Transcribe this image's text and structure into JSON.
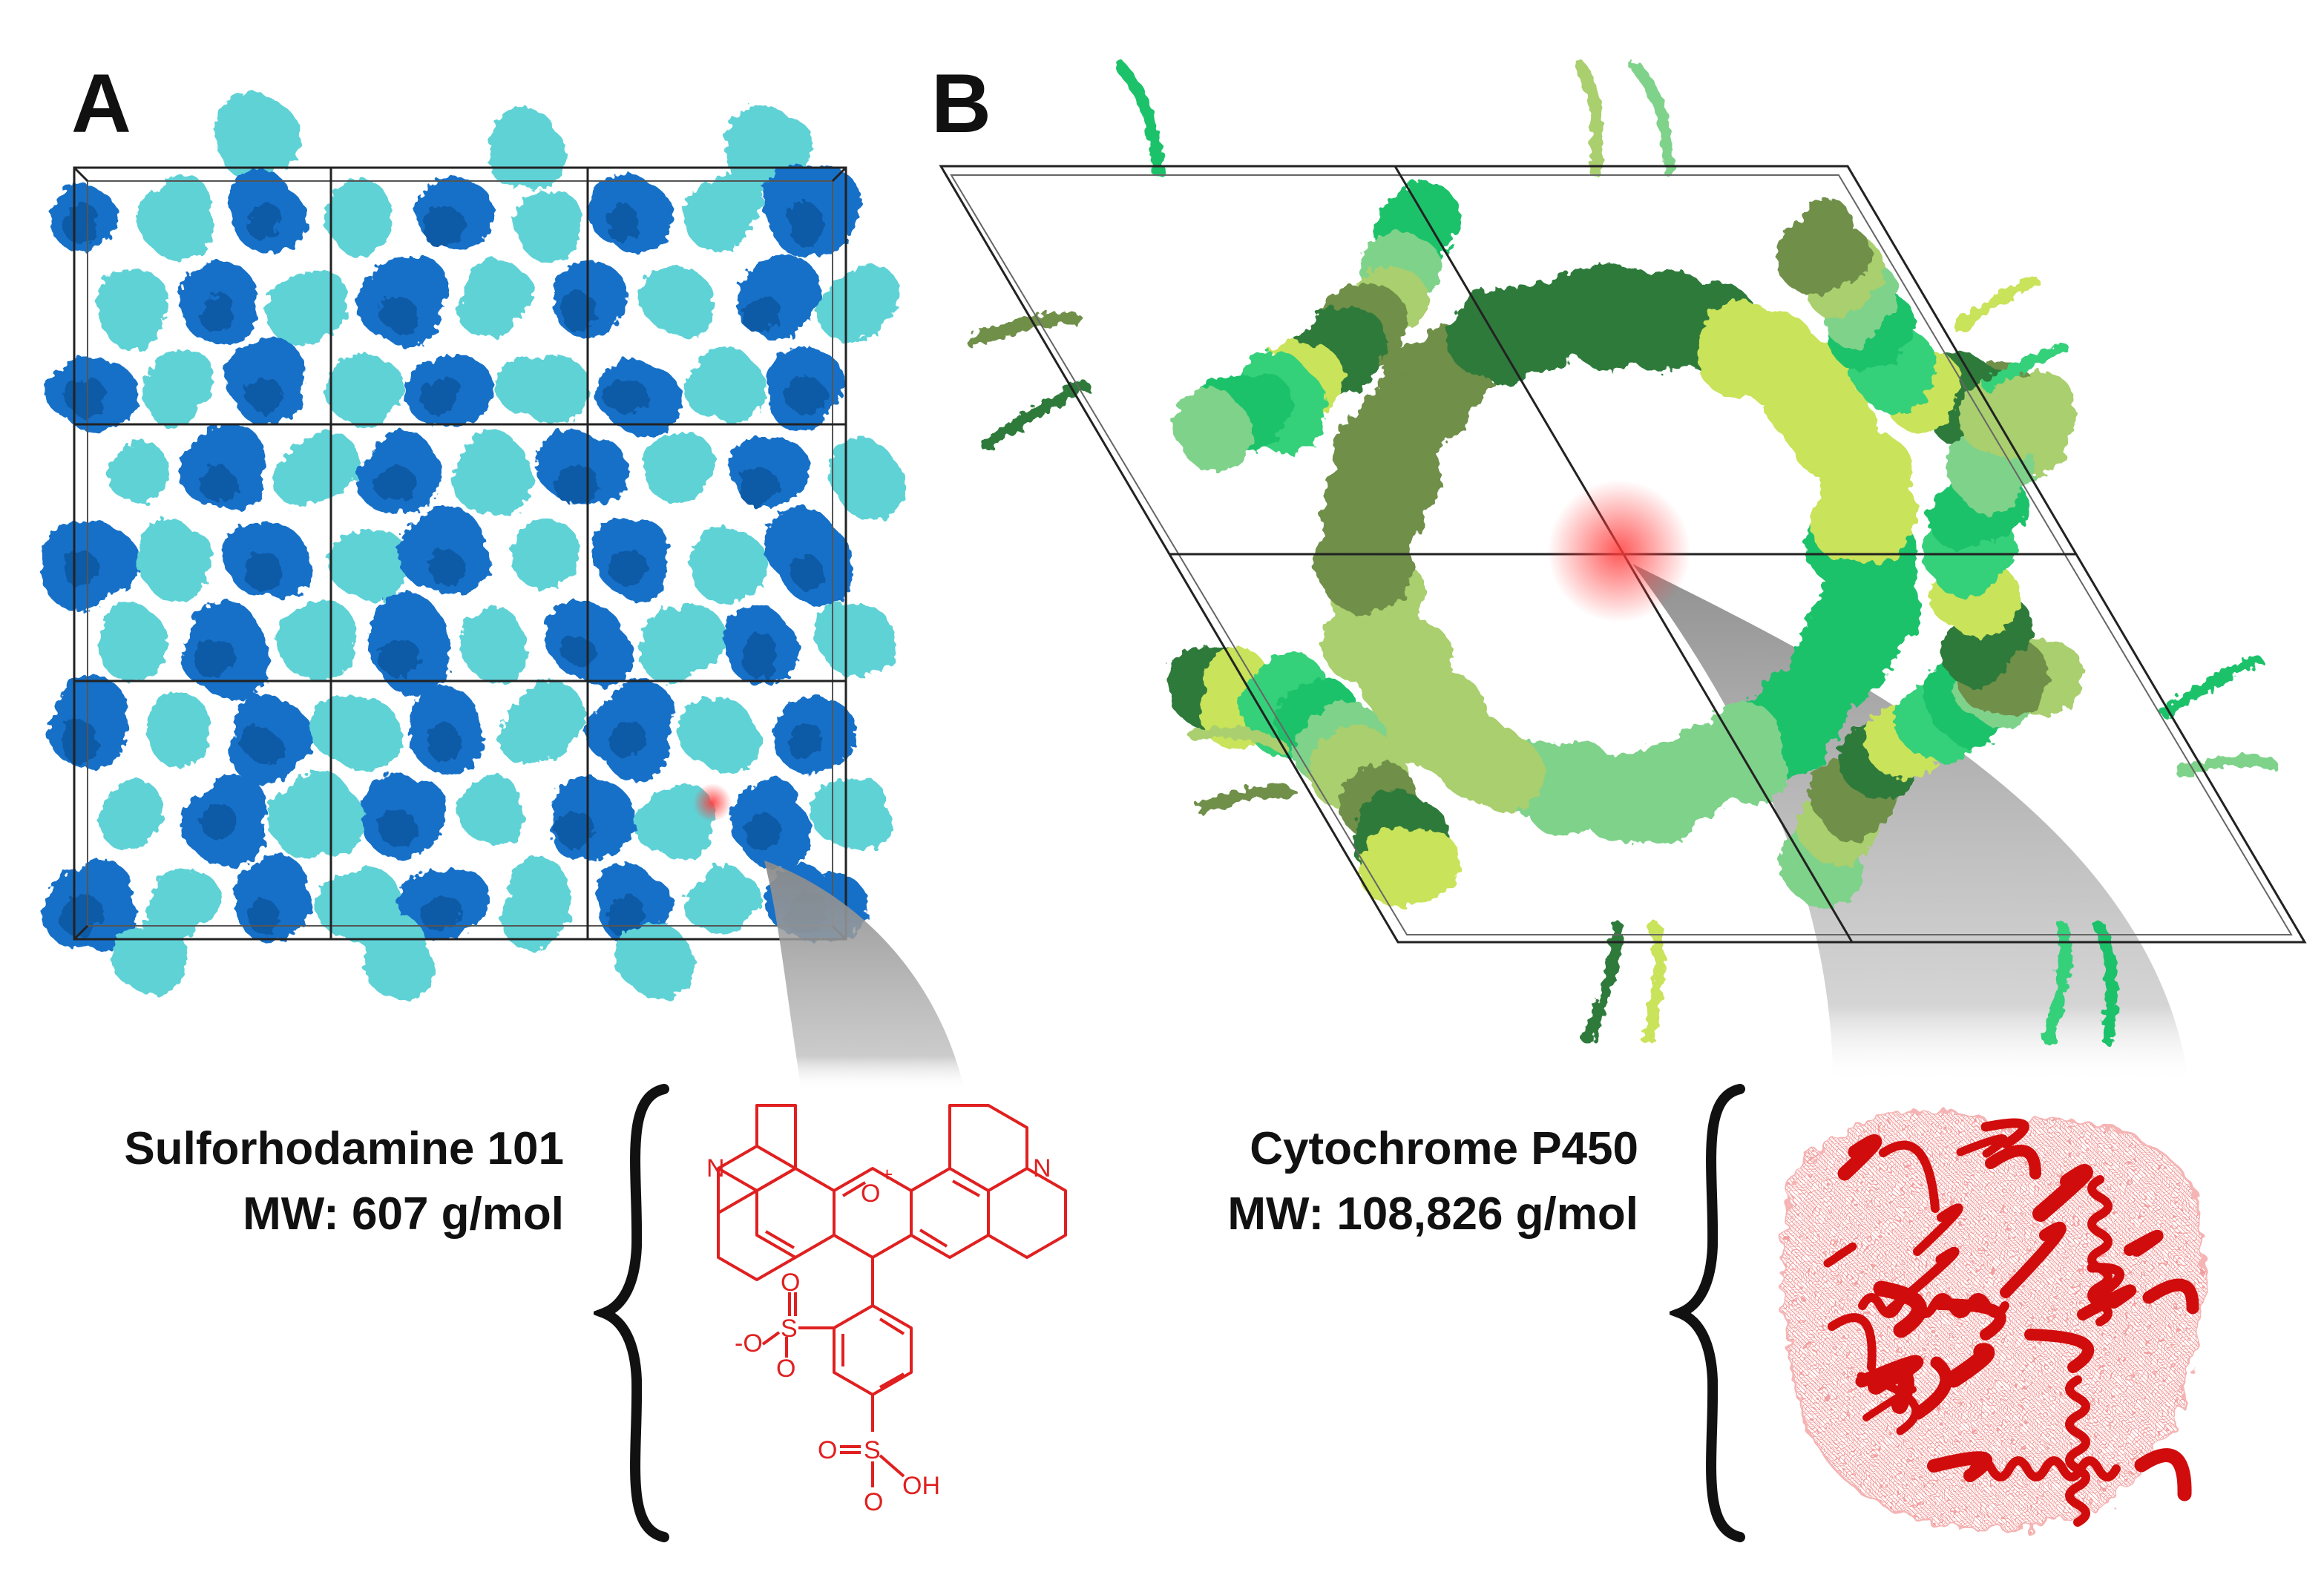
{
  "panels": {
    "a": {
      "label": "A",
      "molecule_name": "Sulforhodamine 101",
      "molecular_weight": "MW: 607 g/mol",
      "colors": {
        "light": "#5fd2d6",
        "dark": "#1670c8",
        "highlight": "#ff3a3a"
      }
    },
    "b": {
      "label": "B",
      "molecule_name": "Cytochrome  P450",
      "molecular_weight": "MW: 108,826 g/mol",
      "colors": [
        "#1ec26a",
        "#7fd28a",
        "#a9cf6e",
        "#6f8f4a",
        "#2e7a3a",
        "#c9e35a",
        "#35d07a"
      ],
      "highlight": "#ff3a3a"
    }
  },
  "structure_labels": {
    "oxonium": "O",
    "plus_charge": "+",
    "nitrogen": "N",
    "sulfur": "S",
    "oxygen": "O",
    "minus_oxygen": "-O",
    "hydroxyl": "OH"
  },
  "icons": {
    "brace_a": "left-curly-brace-icon",
    "brace_b": "left-curly-brace-icon"
  }
}
